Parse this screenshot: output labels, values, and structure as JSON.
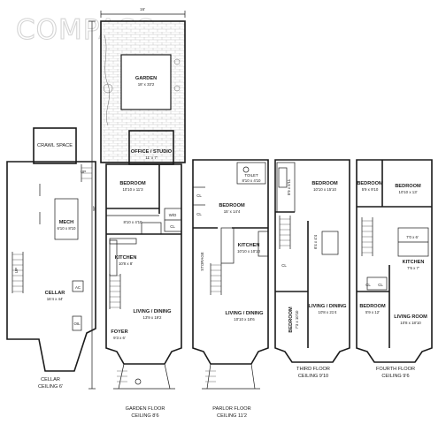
{
  "watermark": "COMPASS",
  "dimensions": {
    "width_top": "16'",
    "depth_side": "90'"
  },
  "cellar": {
    "crawl_space": "CRAWL SPACE",
    "up": "UP",
    "mech": "MECH",
    "mech_size": "6'10 x 8'10",
    "up2": "UP",
    "cellar": "CELLAR",
    "cellar_size": "16'4 x 44'",
    "ac": "AC",
    "oil": "OIL",
    "floor_label": "CELLAR",
    "ceiling": "CEILING 6'"
  },
  "garden": {
    "garden": "GARDEN",
    "garden_size": "18' x 33'2",
    "office": "OFFICE / STUDIO",
    "office_size": "11' x 7'",
    "bedroom": "BEDROOM",
    "bedroom_size": "10'10 x 11'3",
    "small_room_size": "8'10 x 4'10",
    "wd": "W/D",
    "cl": "CL",
    "kitchen": "KITCHEN",
    "kitchen_size": "10'8 x 8'",
    "living": "LIVING / DINING",
    "living_size": "13'9 x 19'2",
    "foyer": "FOYER",
    "foyer_size": "9'3 x 6'",
    "floor_label": "GARDEN FLOOR",
    "ceiling": "CEILING 8'6"
  },
  "parlor": {
    "toilet": "TOILET",
    "toilet_size": "8'10 x 4'10",
    "cl": "CL",
    "bedroom": "BEDROOM",
    "bedroom_size": "15' x 14'4",
    "kitchen": "KITCHEN",
    "kitchen_size": "10'10 x 10'10",
    "storage": "STORAGE",
    "living": "LIVING / DINING",
    "living_size": "10'10 x 18'6",
    "floor_label": "PARLOR FLOOR",
    "ceiling": "CEILING 11'2"
  },
  "third": {
    "bedroom1": "BEDROOM",
    "bedroom1_size": "10'10 x 15'10",
    "bath_size": "5'9 x 6'11",
    "cl": "CL",
    "hall_size": "6'4 x 4'4",
    "bedroom2": "BEDROOM",
    "bedroom2_size": "7'3 x 10'10",
    "living": "LIVING / DINING",
    "living_size": "10'8 x 21'4",
    "floor_label": "THIRD FLOOR",
    "ceiling": "CEILING 9'10"
  },
  "fourth": {
    "bedroom1": "BEDROOM",
    "bedroom1_size": "5'9 x 9'10",
    "bedroom2": "BEDROOM",
    "bedroom2_size": "10'10 x 13'",
    "bath_size": "7'0 x 6'",
    "kitchen": "KITCHEN",
    "kitchen_size": "7'6 x 7'",
    "cl": "CL",
    "bedroom3": "BEDROOM",
    "bedroom3_size": "5'9 x 12'",
    "living": "LIVING ROOM",
    "living_size": "10'8 x 18'10",
    "floor_label": "FOURTH FLOOR",
    "ceiling": "CEILING 9'6"
  }
}
